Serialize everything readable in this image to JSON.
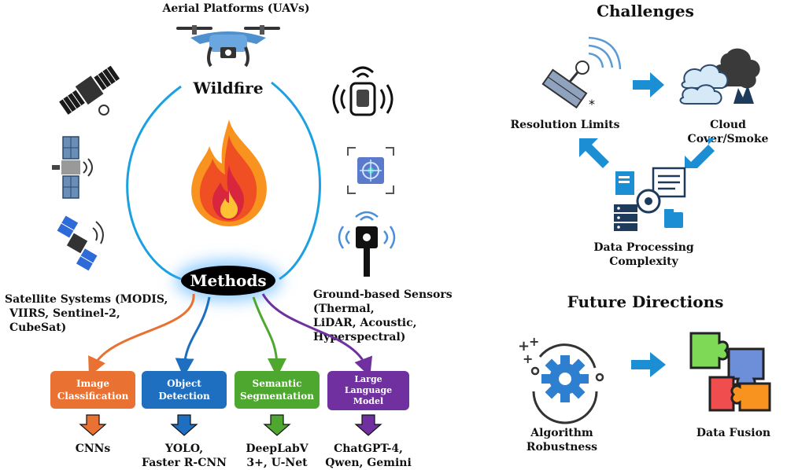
{
  "center": {
    "aerial_label": "Aerial Platforms (UAVs)",
    "wildfire_label": "Wildfire",
    "methods_label": "Methods",
    "satellite_label_line1": "Satellite Systems (MODIS,",
    "satellite_label_line2": "VIIRS, Sentinel-2, CubeSat)",
    "ground_label_line1": "Ground-based Sensors (Thermal,",
    "ground_label_line2": "LiDAR, Acoustic, Hyperspectral)"
  },
  "methods": [
    {
      "label_line1": "Image",
      "label_line2": "Classification",
      "color": "#E97132",
      "output_line1": "CNNs",
      "output_line2": ""
    },
    {
      "label_line1": "Object",
      "label_line2": "Detection",
      "color": "#1E6FBF",
      "output_line1": "YOLO,",
      "output_line2": "Faster R-CNN"
    },
    {
      "label_line1": "Semantic",
      "label_line2": "Segmentation",
      "color": "#4EA72E",
      "output_line1": "DeepLabV",
      "output_line2": "3+, U-Net"
    },
    {
      "label_line1": "Large",
      "label_line2": "Language",
      "label_line3": "Model",
      "color": "#7030A0",
      "output_line1": "ChatGPT-4,",
      "output_line2": "Qwen, Gemini"
    }
  ],
  "challenges": {
    "title": "Challenges",
    "items": [
      {
        "label": "Resolution Limits"
      },
      {
        "label": "Cloud Cover/Smoke"
      },
      {
        "label_line1": "Data Processing",
        "label_line2": "Complexity"
      }
    ]
  },
  "future": {
    "title": "Future Directions",
    "items": [
      {
        "label_line1": "Algorithm",
        "label_line2": "Robustness"
      },
      {
        "label": "Data Fusion"
      }
    ]
  },
  "colors": {
    "arc": "#1BA1E2",
    "arrow_blue": "#1B8ED4",
    "fire_outer": "#F04E23",
    "fire_mid": "#FF7A2F",
    "fire_inner": "#FFC233"
  },
  "icons": [
    "drone-icon",
    "satellite-icon",
    "satellite-panel-icon",
    "satellite-dish-icon",
    "wireless-sensor-icon",
    "target-camera-icon",
    "thermal-probe-icon",
    "fire-icon",
    "satellite-signal-icon",
    "cloud-smoke-icon",
    "data-server-icon",
    "gear-icon",
    "puzzle-icon"
  ]
}
